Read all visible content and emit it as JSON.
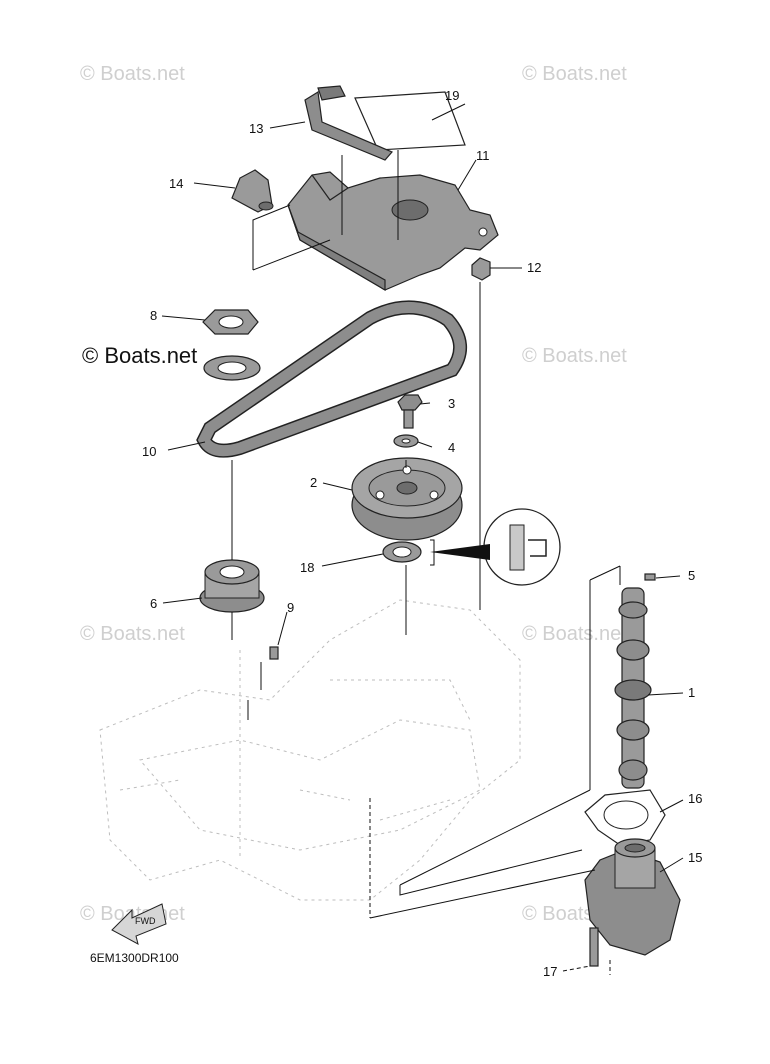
{
  "watermarks": [
    "© Boats.net",
    "© Boats.net",
    "© Boats.net",
    "© Boats.net",
    "© Boats.net",
    "© Boats.net",
    "© Boats.net"
  ],
  "watermark_prominent": "© Boats.net",
  "callouts": {
    "c1": "1",
    "c2": "2",
    "c3": "3",
    "c4": "4",
    "c5": "5",
    "c6": "6",
    "c8": "8",
    "c9": "9",
    "c10": "10",
    "c11": "11",
    "c12": "12",
    "c13": "13",
    "c14": "14",
    "c15": "15",
    "c16": "16",
    "c17": "17",
    "c18": "18",
    "c19": "19"
  },
  "fwd_label": "FWD",
  "diagram_code": "6EM1300DR100",
  "colors": {
    "part_fill": "#9a9a9a",
    "part_dark": "#6d6d6d",
    "ghost": "#bdbdbd",
    "line": "#111111"
  }
}
